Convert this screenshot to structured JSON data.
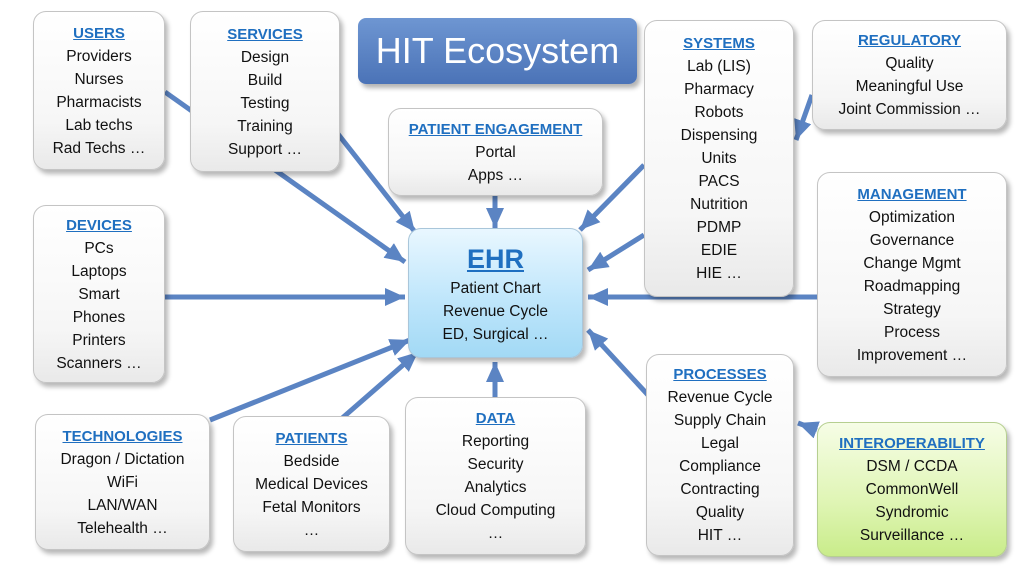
{
  "title": "HIT Ecosystem",
  "colors": {
    "heading": "#1f6fc0",
    "arrow": "#5b84c3",
    "title_bg": "#4f77bb",
    "ehr_bg": "#bfe6fb",
    "interop_bg": "#dff5b4"
  },
  "boxes": {
    "users": {
      "heading": "USERS",
      "items": [
        "Providers",
        "Nurses",
        "Pharmacists",
        "Lab techs",
        "Rad Techs …"
      ]
    },
    "services": {
      "heading": "SERVICES",
      "items": [
        "Design",
        "Build",
        "Testing",
        "Training",
        "Support …"
      ]
    },
    "patient_engagement": {
      "heading": "PATIENT ENGAGEMENT",
      "items": [
        "Portal",
        "Apps …"
      ]
    },
    "systems": {
      "heading": "SYSTEMS",
      "items": [
        "Lab (LIS)",
        "Pharmacy",
        "Robots",
        "Dispensing",
        "Units",
        "PACS",
        "Nutrition",
        "PDMP",
        "EDIE",
        "HIE …"
      ]
    },
    "regulatory": {
      "heading": "REGULATORY",
      "items": [
        "Quality",
        "Meaningful Use",
        "Joint Commission …"
      ]
    },
    "devices": {
      "heading": "DEVICES",
      "items": [
        "PCs",
        "Laptops",
        "Smart",
        "Phones",
        "Printers",
        "Scanners …"
      ]
    },
    "ehr": {
      "heading": "EHR",
      "items": [
        "Patient Chart",
        "Revenue Cycle",
        "ED, Surgical …"
      ]
    },
    "management": {
      "heading": "MANAGEMENT",
      "items": [
        "Optimization",
        "Governance",
        "Change Mgmt",
        "Roadmapping",
        "Strategy",
        "Process",
        "Improvement …"
      ]
    },
    "processes": {
      "heading": "PROCESSES",
      "items": [
        "Revenue Cycle",
        "Supply Chain",
        "Legal",
        "Compliance",
        "Contracting",
        "Quality",
        "HIT …"
      ]
    },
    "technologies": {
      "heading": "TECHNOLOGIES",
      "items": [
        "Dragon / Dictation",
        "WiFi",
        "LAN/WAN",
        "Telehealth …"
      ]
    },
    "patients": {
      "heading": "PATIENTS",
      "items": [
        "Bedside",
        "Medical Devices",
        "Fetal Monitors",
        "…"
      ]
    },
    "data": {
      "heading": "DATA",
      "items": [
        "Reporting",
        "Security",
        "Analytics",
        "Cloud Computing",
        "…"
      ]
    },
    "interoperability": {
      "heading": "INTEROPERABILITY",
      "items": [
        "DSM / CCDA",
        "CommonWell",
        "Syndromic",
        "Surveillance …"
      ]
    }
  }
}
